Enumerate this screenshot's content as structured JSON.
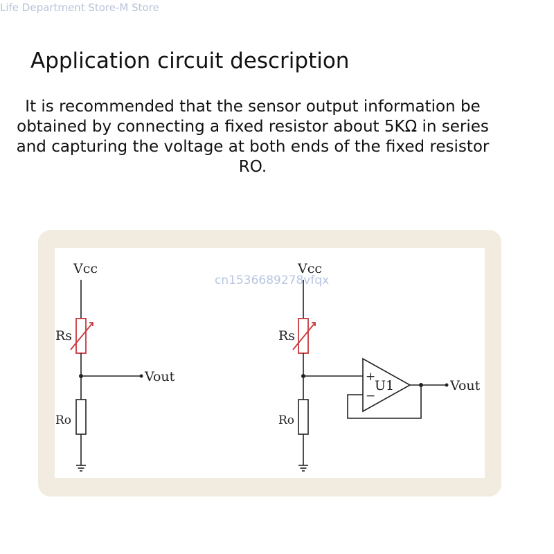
{
  "store_watermark": "Life Department Store-M Store",
  "title": "Application circuit description",
  "description": "It is recommended that the sensor output information be obtained by connecting a fixed resistor about 5KΩ in series and capturing the voltage at both ends of the fixed resistor RO.",
  "circuit_watermark": "cn1536689278vfqx",
  "circuit_left": {
    "vcc": "Vcc",
    "rs": "Rs",
    "ro": "Ro",
    "vout": "Vout"
  },
  "circuit_right": {
    "vcc": "Vcc",
    "rs": "Rs",
    "ro": "Ro",
    "vout": "Vout",
    "opamp": "U1",
    "plus": "+",
    "minus": "−"
  },
  "colors": {
    "panel_border": "#f2ece0",
    "resistor_rs": "#c8373c",
    "watermark": "#b8c6e2"
  }
}
